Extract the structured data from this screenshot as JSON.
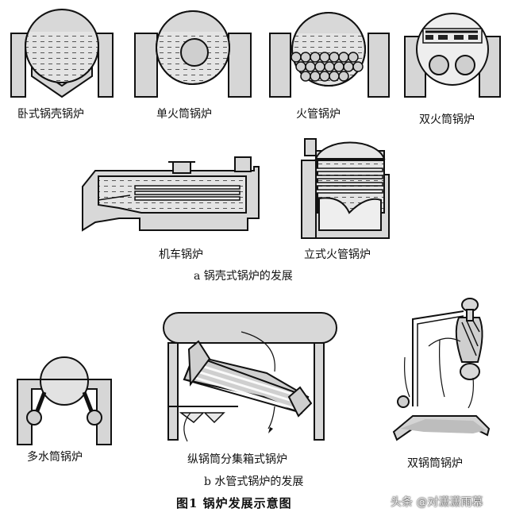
{
  "labels": {
    "horizontal_shell": "卧式锅壳锅炉",
    "single_flue": "单火筒锅炉",
    "fire_tube": "火管锅炉",
    "double_flue": "双火筒锅炉",
    "locomotive": "机车锅炉",
    "vertical_fire_tube": "立式火管锅炉",
    "multi_drum": "多水筒锅炉",
    "longitudinal_drum": "纵锅筒分集箱式锅炉",
    "double_drum": "双锅筒锅炉"
  },
  "sections": {
    "a": "a 锅壳式锅炉的发展",
    "b": "b 水管式锅炉的发展"
  },
  "figure_caption": "图1   锅炉发展示意图",
  "watermark": "头条 @对潇潇雨幕",
  "colors": {
    "fill": "#d9d9d9",
    "stroke": "#111111",
    "dark": "#222222",
    "water": "#e2e2e2"
  }
}
